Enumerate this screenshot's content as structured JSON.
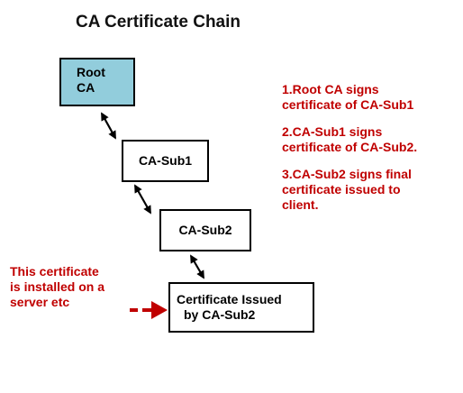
{
  "title": "CA Certificate Chain",
  "nodes": {
    "root": {
      "lines": [
        "Root",
        "CA"
      ]
    },
    "sub1": {
      "label": "CA-Sub1"
    },
    "sub2": {
      "label": "CA-Sub2"
    },
    "issued": {
      "lines": [
        "Certificate Issued",
        "by CA-Sub2"
      ]
    }
  },
  "steps": [
    {
      "lines": [
        "1.Root CA signs",
        "certificate of CA-Sub1"
      ]
    },
    {
      "lines": [
        "2.CA-Sub1 signs",
        "certificate of CA-Sub2."
      ]
    },
    {
      "lines": [
        "3.CA-Sub2 signs final",
        "certificate issued to",
        "client."
      ]
    }
  ],
  "note": {
    "lines": [
      "This certificate",
      "is installed on a",
      "server etc"
    ]
  },
  "colors": {
    "root_fill": "#92cddc",
    "annotation_text": "#c00000",
    "pointer_arrow": "#c00000"
  }
}
